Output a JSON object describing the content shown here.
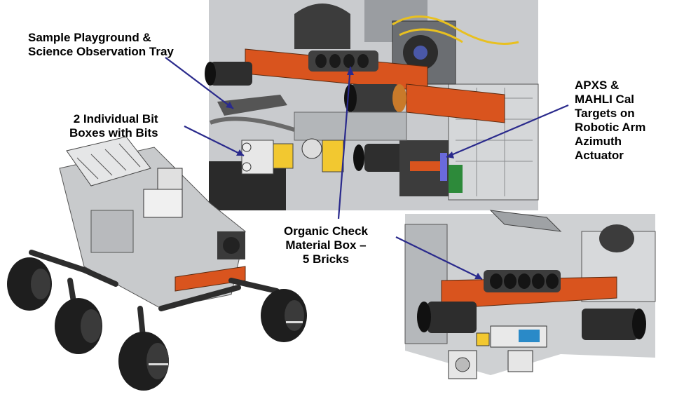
{
  "labels": {
    "sample_playground": "Sample Playground &\nScience Observation Tray",
    "bit_boxes": "2 Individual Bit\nBoxes with Bits",
    "apxs_mahli": "APXS &\nMAHLI Cal\nTargets on\nRobotic Arm\nAzimuth\nActuator",
    "organic_check": "Organic Check\nMaterial Box –\n5 Bricks"
  },
  "colors": {
    "leader_line": "#2a2a8c",
    "orange_component": "#d9541e",
    "gray_structure": "#b9bcc0",
    "dark_structure": "#3a3a3a",
    "wheel": "#1e1e1e"
  }
}
